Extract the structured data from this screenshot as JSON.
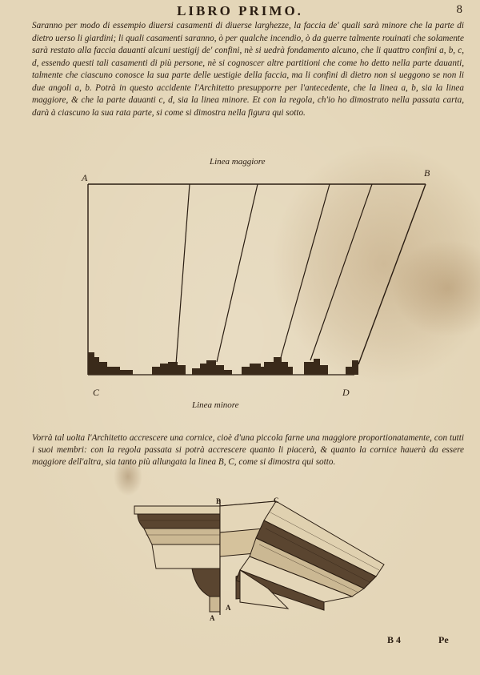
{
  "header": {
    "running_head": "LIBRO PRIMO.",
    "folio": "8"
  },
  "text": {
    "paragraph_1": "Saranno per modo di essempio diuersi casamenti di diuerse larghezze, la faccia de' quali sarà minore che la parte di dietro uerso li giardini; li quali casamenti saranno, ò per qualche incendio, ò da guerre talmente rouinati che solamente sarà restato alla faccia dauanti alcuni uestigij de' confini, nè si uedrà fondamento alcuno, che li quattro confini a, b, c, d, essendo questi tali casamenti di più persone, nè si cognoscer altre partitioni che come ho detto nella parte dauanti, talmente che ciascuno conosce la sua parte delle uestigie della faccia, ma li confini di dietro non si ueggono se non li due angoli a, b. Potrà in questo accidente l'Architetto presupporre per l'antecedente, che la linea a, b, sia la linea maggiore, & che la parte dauanti c, d, sia la linea minore. Et con la regola, ch'io ho dimostrato nella passata carta, darà à ciascuno la sua rata parte, si come si dimostra nella figura qui sotto.",
    "paragraph_2": "Vorrà tal uolta l'Architetto accrescere una cornice, cioè d'una piccola farne una maggiore proportionatamente, con tutti i suoi membri: con la regola passata si potrà accrescere quanto li piacerà, & quanto la cornice hauerà da essere maggiore dell'altra, sia tanto più allungata la linea B, C, come si dimostra qui sotto."
  },
  "figure_1": {
    "caption_top": "Linea maggiore",
    "caption_bottom": "Linea minore",
    "label_A": "A",
    "label_B": "B",
    "label_C": "C",
    "label_D": "D"
  },
  "figure_2": {
    "label_B": "B",
    "label_C": "C",
    "label_A_bottom": "A",
    "label_A_inner": "A"
  },
  "footer": {
    "signature": "B 4",
    "catchword": "Pe"
  }
}
